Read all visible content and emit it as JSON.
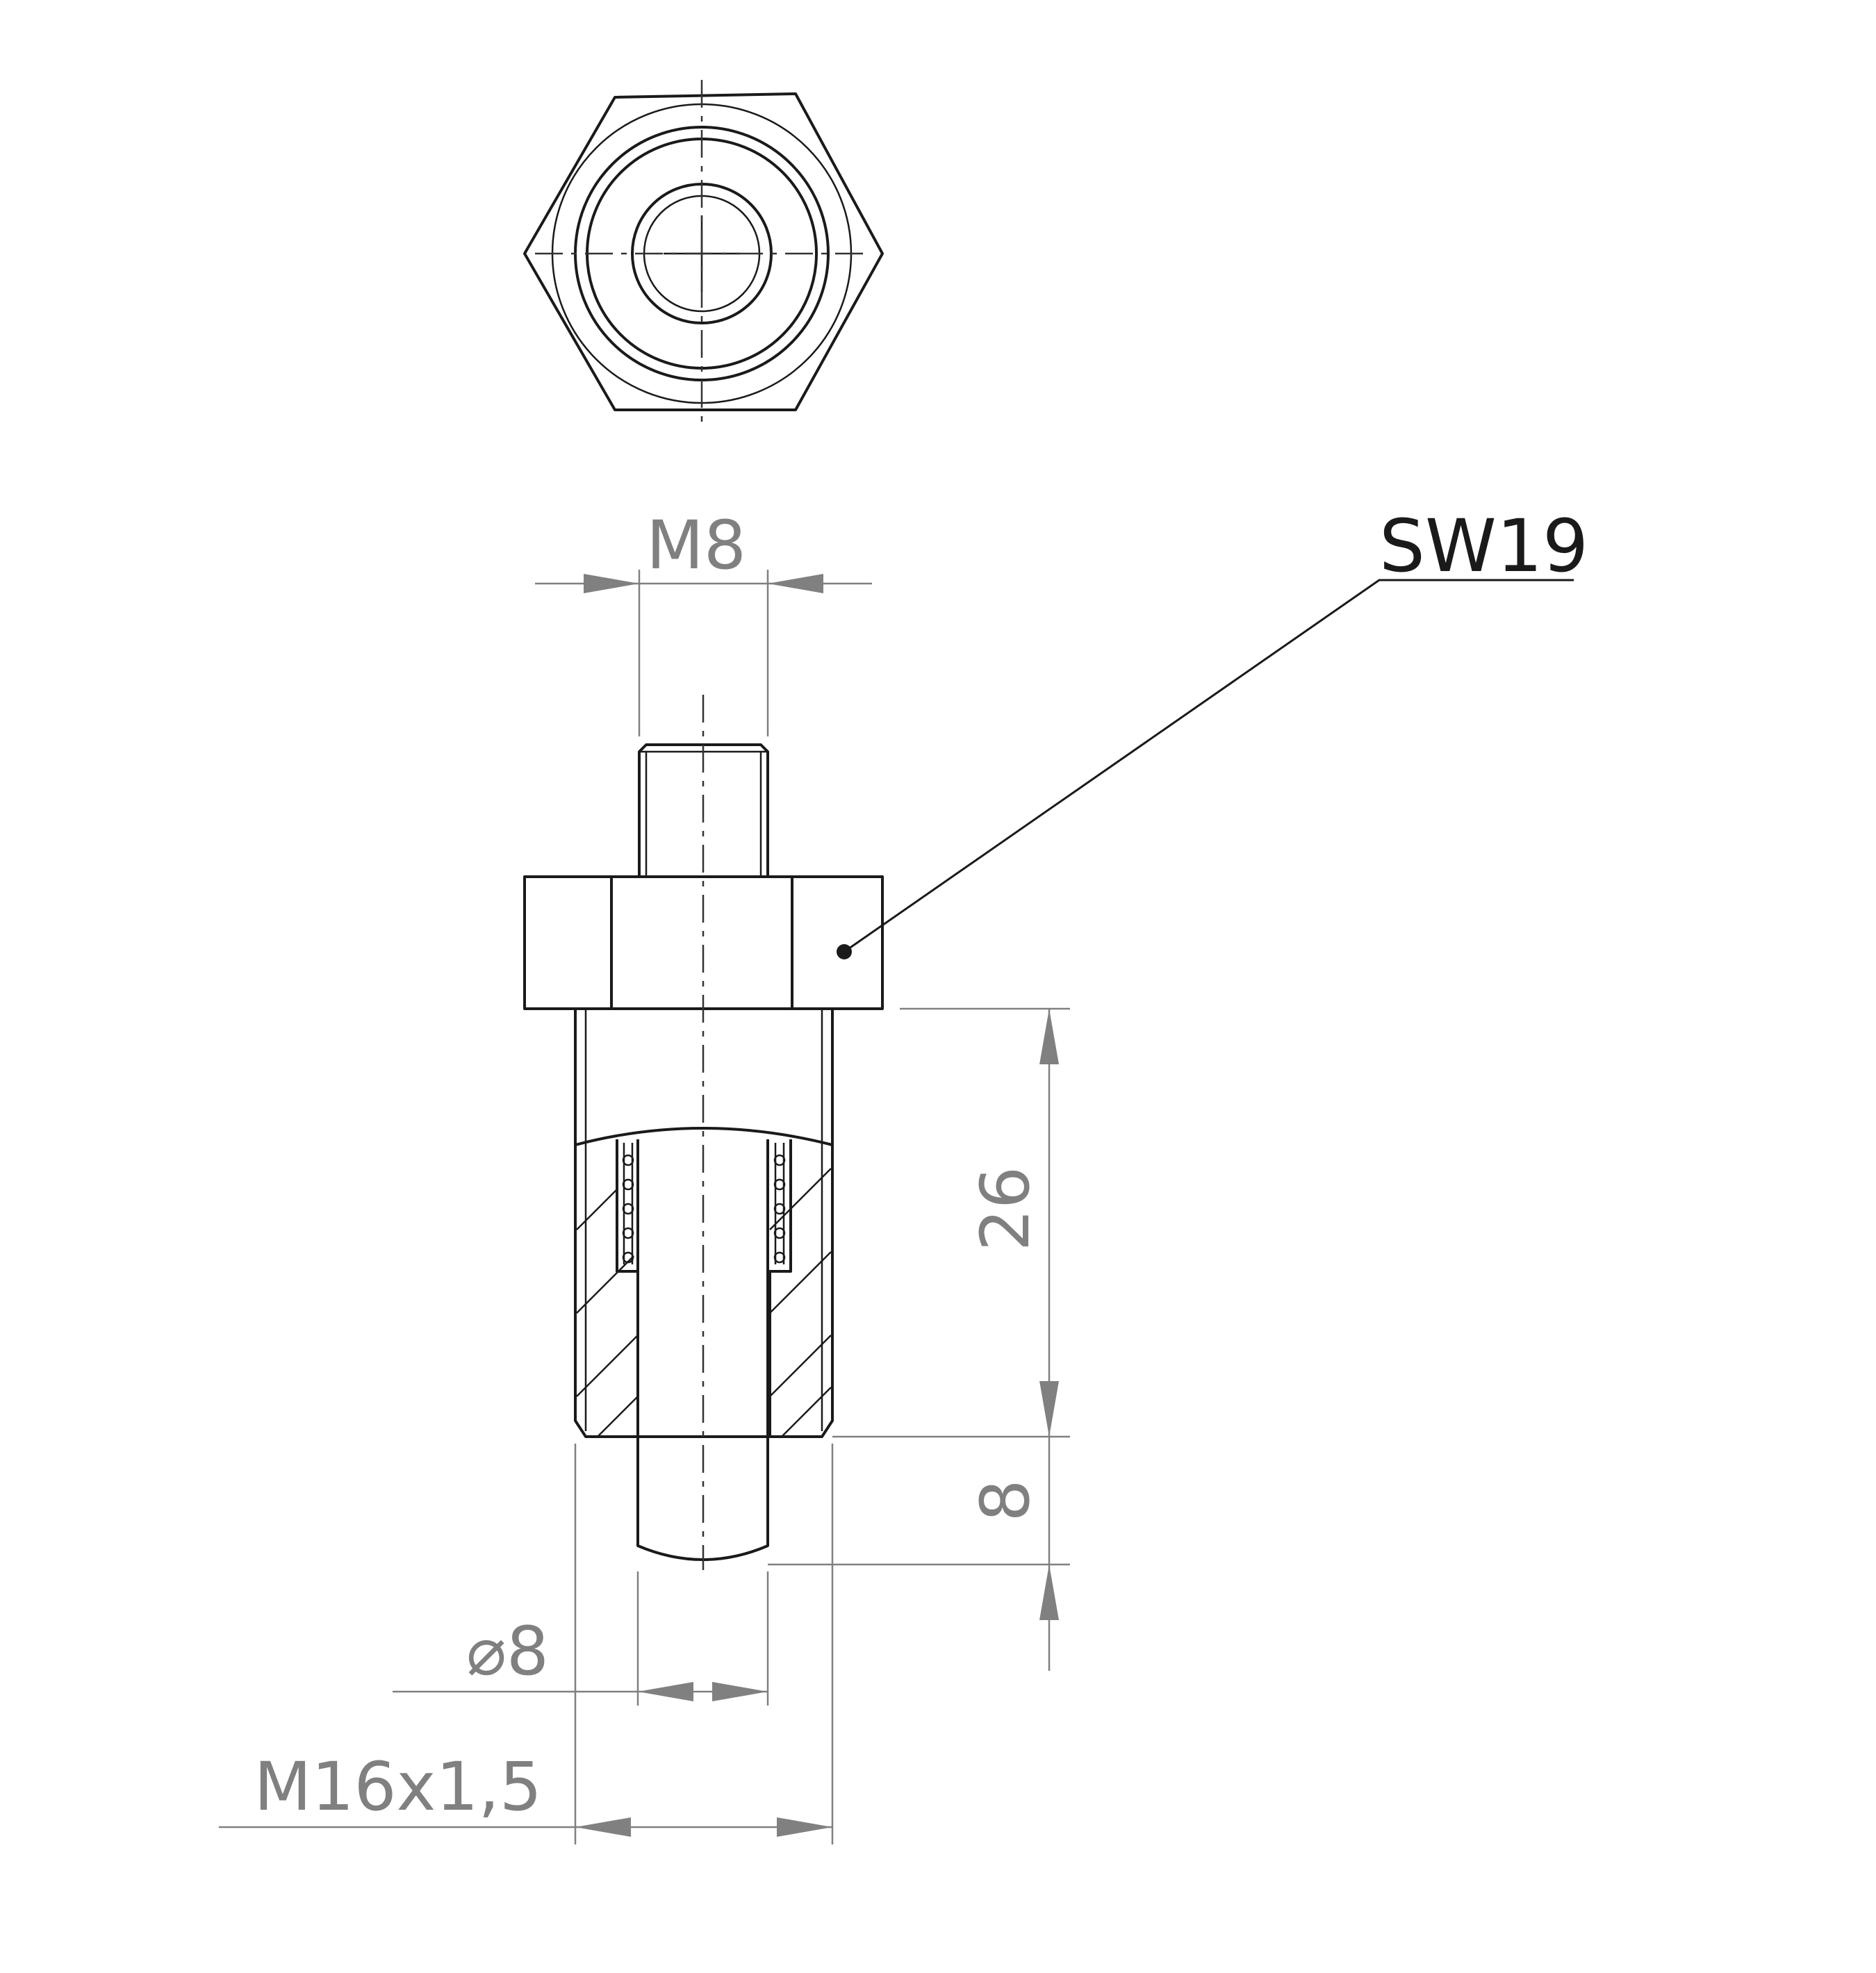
{
  "annotations": {
    "thread_top": "M8",
    "wrench_size": "SW19",
    "length_body": "26",
    "length_plunger": "8",
    "plunger_diameter": "⌀8",
    "thread_body": "M16x1,5"
  }
}
